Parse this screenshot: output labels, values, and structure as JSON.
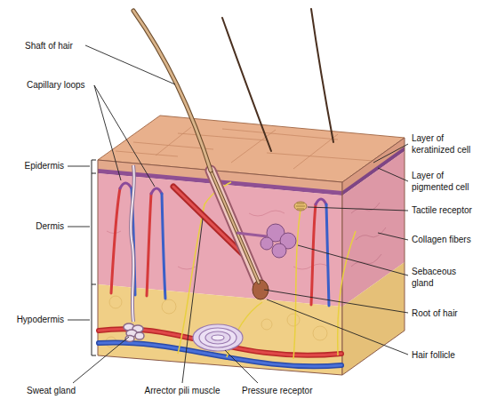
{
  "diagram": {
    "labels": [
      "Shaft of hair",
      "Capillary loops",
      "Epidermis",
      "Layer of keratinized cell",
      "Layer of pigmented cell",
      "Tactile receptor",
      "Dermis",
      "Collagen fibers",
      "Sebaceous gland",
      "Root of hair",
      "Hypodermis",
      "Hair follicle",
      "Sweat gland",
      "Arrector pili muscle",
      "Pressure receptor"
    ]
  }
}
